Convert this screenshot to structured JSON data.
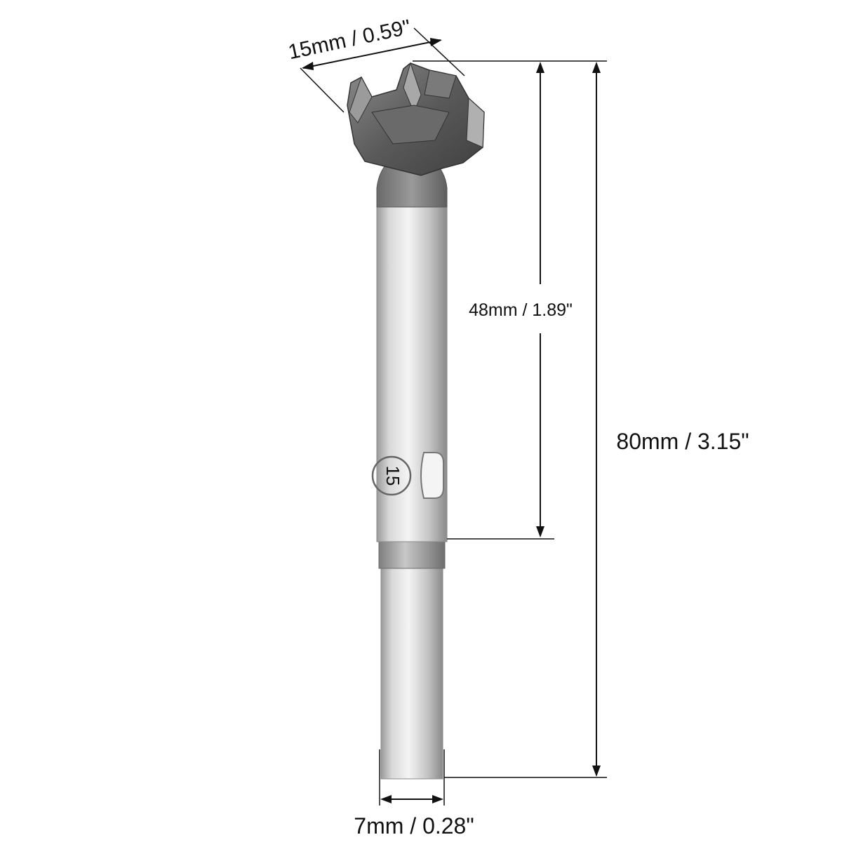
{
  "dimensions": {
    "head_diameter": "15mm / 0.59\"",
    "cutting_length": "48mm / 1.89\"",
    "total_length": "80mm / 3.15\"",
    "shank_diameter": "7mm / 0.28\""
  },
  "shank_marking": "15",
  "colors": {
    "ink": "#111111",
    "steel_light": "#e6e6e6",
    "steel_mid": "#bdbdbd",
    "steel_dark": "#7a7a7a",
    "head_dark": "#5b5b5b"
  }
}
